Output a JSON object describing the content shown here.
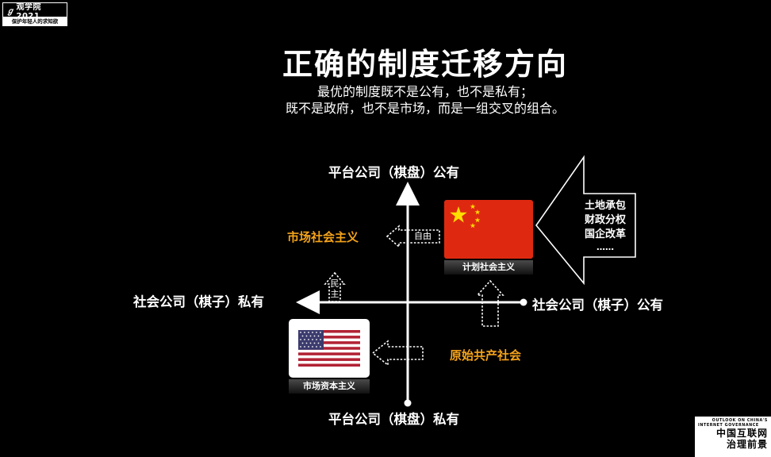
{
  "logo": {
    "line1": "观学院 2021",
    "line2": "保护年轻人的求知欲"
  },
  "title": "正确的制度迁移方向",
  "subtitle": {
    "line1": "最优的制度既不是公有，也不是私有；",
    "line2": "既不是政府，也不是市场，而是一组交叉的组合。"
  },
  "axes": {
    "top": "平台公司（棋盘）公有",
    "bottom": "平台公司（棋盘）私有",
    "left": "社会公司（棋子）私有",
    "right": "社会公司（棋子）公有"
  },
  "quadrants": {
    "market_socialism": "市场社会主义",
    "primitive_communism": "原始共产社会"
  },
  "china": {
    "caption": "计划社会主义"
  },
  "usa": {
    "caption": "市场资本主义"
  },
  "arrows": {
    "freedom": "自由",
    "democracy_1": "民",
    "democracy_2": "主"
  },
  "reforms": {
    "items": [
      "土地承包",
      "财政分权",
      "国企改革",
      "……"
    ]
  },
  "footer_logo": {
    "en_line1": "OUTLOOK ON CHINA'S",
    "en_line2": "INTERNET GOVERNANCE",
    "cn_line1": "中国互联网",
    "cn_line2": "治理前景"
  },
  "colors": {
    "background": "#000000",
    "accent_orange": "#f5a31a",
    "china_red": "#de2910",
    "china_yellow": "#ffde00",
    "us_blue": "#3c3b6e",
    "us_red": "#b22234"
  }
}
